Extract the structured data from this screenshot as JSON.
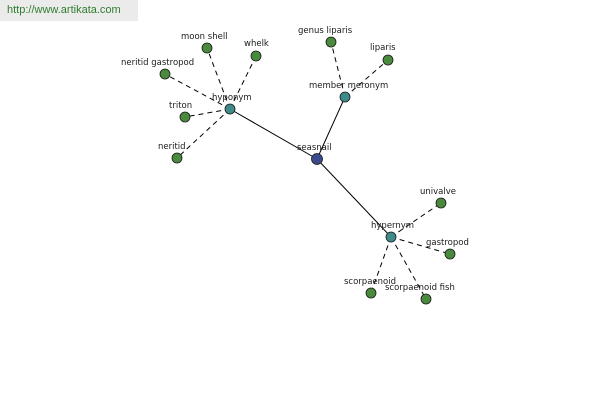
{
  "banner": {
    "url_text": "http://www.artikata.com"
  },
  "colors": {
    "center_node": "#3b4a8c",
    "relation_node": "#3f8a8a",
    "leaf_node": "#4a8a3c",
    "edge": "#000000"
  },
  "graph": {
    "center": {
      "id": "seasnail",
      "label": "seasnail"
    },
    "relations": [
      {
        "id": "hyponym",
        "label": "hyponym"
      },
      {
        "id": "member-meronym",
        "label": "member meronym"
      },
      {
        "id": "hypernym",
        "label": "hypernym"
      }
    ],
    "leaves": [
      {
        "id": "moon-shell",
        "label": "moon shell",
        "relation": "hyponym"
      },
      {
        "id": "whelk",
        "label": "whelk",
        "relation": "hyponym"
      },
      {
        "id": "neritid-gastropod",
        "label": "neritid gastropod",
        "relation": "hyponym"
      },
      {
        "id": "triton",
        "label": "triton",
        "relation": "hyponym"
      },
      {
        "id": "neritid",
        "label": "neritid",
        "relation": "hyponym"
      },
      {
        "id": "genus-liparis",
        "label": "genus liparis",
        "relation": "member-meronym"
      },
      {
        "id": "liparis",
        "label": "liparis",
        "relation": "member-meronym"
      },
      {
        "id": "univalve",
        "label": "univalve",
        "relation": "hypernym"
      },
      {
        "id": "gastropod",
        "label": "gastropod",
        "relation": "hypernym"
      },
      {
        "id": "scorpaenoid",
        "label": "scorpaenoid",
        "relation": "hypernym"
      },
      {
        "id": "scorpaenoid-fish",
        "label": "scorpaenoid fish",
        "relation": "hypernym"
      }
    ]
  }
}
